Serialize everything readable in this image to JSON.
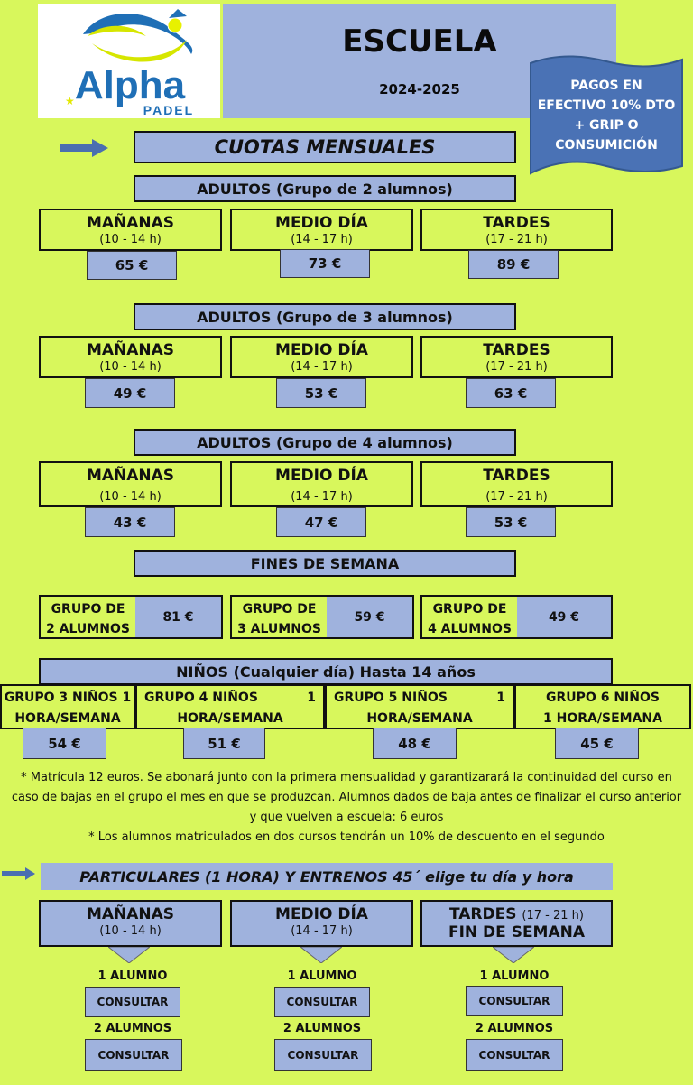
{
  "logo": {
    "word": "Alpha",
    "sub": "PADEL"
  },
  "header": {
    "title": "ESCUELA",
    "season": "2024-2025"
  },
  "banner": {
    "lines": [
      "PAGOS EN",
      "EFECTIVO 10% DTO",
      "+ GRIP O",
      "CONSUMICIÓN"
    ]
  },
  "cuotas_title": "CUOTAS MENSUALES",
  "groups": [
    {
      "title": "ADULTOS (Grupo de 2 alumnos)",
      "slots": [
        {
          "name": "MAÑANAS",
          "hours": "(10 - 14 h)",
          "price": "65 €"
        },
        {
          "name": "MEDIO DÍA",
          "hours": "(14 - 17 h)",
          "price": "73 €"
        },
        {
          "name": "TARDES",
          "hours": "(17 - 21 h)",
          "price": "89 €"
        }
      ]
    },
    {
      "title": "ADULTOS (Grupo de 3 alumnos)",
      "slots": [
        {
          "name": "MAÑANAS",
          "hours": "(10 - 14 h)",
          "price": "49 €"
        },
        {
          "name": "MEDIO DÍA",
          "hours": "(14 - 17 h)",
          "price": "53 €"
        },
        {
          "name": "TARDES",
          "hours": "(17 - 21 h)",
          "price": "63 €"
        }
      ]
    },
    {
      "title": "ADULTOS (Grupo de 4 alumnos)",
      "slots": [
        {
          "name": "MAÑANAS",
          "hours": "(10 - 14 h)",
          "price": "43 €"
        },
        {
          "name": "MEDIO DÍA",
          "hours": "(14 - 17 h)",
          "price": "47 €"
        },
        {
          "name": "TARDES",
          "hours": "(17 - 21 h)",
          "price": "53 €"
        }
      ]
    }
  ],
  "weekend": {
    "title": "FINES DE SEMANA",
    "items": [
      {
        "line1": "GRUPO DE",
        "line2": "2 ALUMNOS",
        "price": "81 €"
      },
      {
        "line1": "GRUPO DE",
        "line2": "3 ALUMNOS",
        "price": "59 €"
      },
      {
        "line1": "GRUPO DE",
        "line2": "4 ALUMNOS",
        "price": "49 €"
      }
    ]
  },
  "kids": {
    "title": "NIÑOS (Cualquier día) Hasta 14 años",
    "items": [
      {
        "line1": "GRUPO 3 NIÑOS 1",
        "line1b": "",
        "line2": "HORA/SEMANA",
        "price": "54 €"
      },
      {
        "line1": "GRUPO 4 NIÑOS",
        "line1b": "1",
        "line2": "HORA/SEMANA",
        "price": "51 €"
      },
      {
        "line1": "GRUPO 5 NIÑOS",
        "line1b": "1",
        "line2": "HORA/SEMANA",
        "price": "48 €"
      },
      {
        "line1": "GRUPO 6 NIÑOS",
        "line1b": "",
        "line2": "1 HORA/SEMANA",
        "price": "45 €"
      }
    ]
  },
  "notes": [
    "* Matrícula 12 euros. Se abonará junto con la primera mensualidad y garantizarará la continuidad del curso en",
    "caso de bajas en el grupo el mes en que se produzcan. Alumnos dados de baja antes de finalizar el curso anterior",
    "y que vuelven a escuela: 6 euros",
    "* Los alumnos matriculados en dos cursos tendrán un 10% de descuento en el segundo"
  ],
  "private": {
    "title": "PARTICULARES (1 HORA) Y ENTRENOS 45´ elige tu día y hora",
    "slots": [
      {
        "name": "MAÑANAS",
        "hours": "(10 - 14 h)",
        "extra": ""
      },
      {
        "name": "MEDIO DÍA",
        "hours": "(14 - 17 h)",
        "extra": ""
      },
      {
        "name": "TARDES",
        "hours": "(17 - 21 h)",
        "extra": "FIN DE SEMANA"
      }
    ],
    "one_label": "1 ALUMNO",
    "two_label": "2 ALUMNOS",
    "consult_label": "CONSULTAR"
  },
  "colors": {
    "background": "#d8f75c",
    "box": "#9fb2dd",
    "accent": "#3f63a8"
  }
}
